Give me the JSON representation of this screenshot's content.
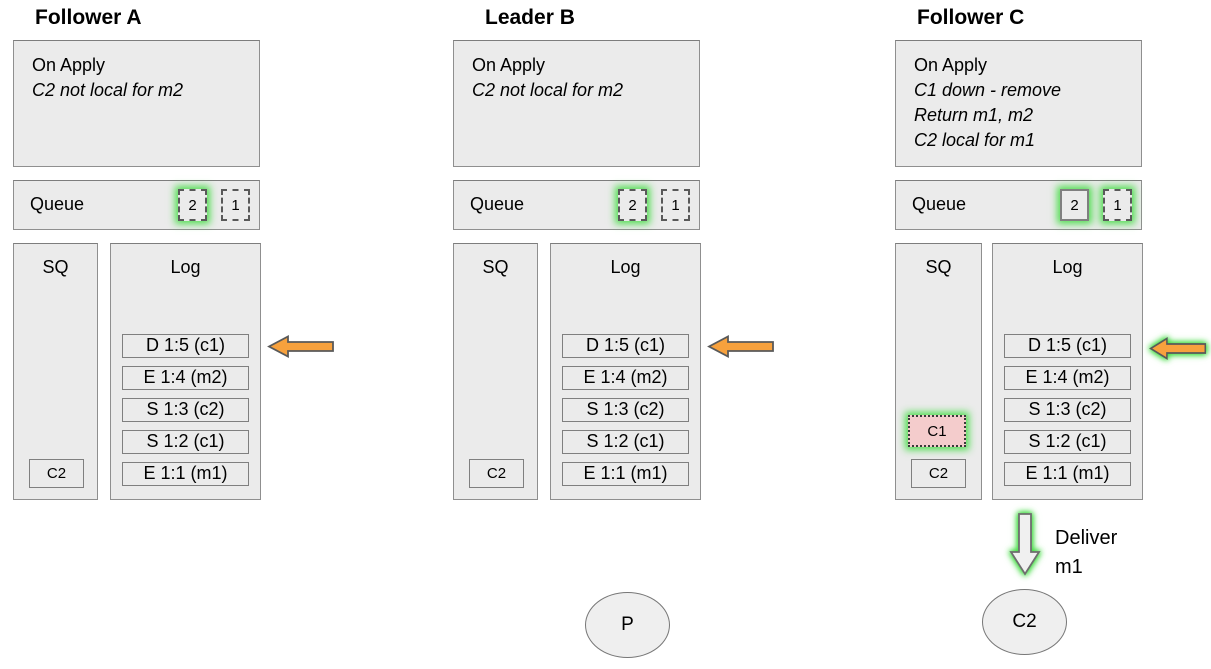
{
  "diagram": {
    "columns": [
      {
        "title": "Follower A",
        "on_apply": {
          "heading": "On Apply",
          "lines": [
            "C2 not local for m2"
          ]
        },
        "queue": {
          "label": "Queue",
          "slot2": "2",
          "slot1": "1"
        },
        "sq": {
          "label": "SQ",
          "c2": "C2"
        },
        "log": {
          "label": "Log",
          "entries": [
            "D 1:5 (c1)",
            "E 1:4 (m2)",
            "S 1:3 (c2)",
            "S 1:2 (c1)",
            "E 1:1 (m1)"
          ]
        }
      },
      {
        "title": "Leader B",
        "on_apply": {
          "heading": "On Apply",
          "lines": [
            "C2 not local for m2"
          ]
        },
        "queue": {
          "label": "Queue",
          "slot2": "2",
          "slot1": "1"
        },
        "sq": {
          "label": "SQ",
          "c2": "C2"
        },
        "log": {
          "label": "Log",
          "entries": [
            "D 1:5 (c1)",
            "E 1:4 (m2)",
            "S 1:3 (c2)",
            "S 1:2 (c1)",
            "E 1:1 (m1)"
          ]
        },
        "process": "P"
      },
      {
        "title": "Follower C",
        "on_apply": {
          "heading": "On Apply",
          "lines": [
            "C1 down - remove",
            "Return m1, m2",
            "C2 local for m1"
          ]
        },
        "queue": {
          "label": "Queue",
          "slot2": "2",
          "slot1": "1"
        },
        "sq": {
          "label": "SQ",
          "c1": "C1",
          "c2": "C2"
        },
        "log": {
          "label": "Log",
          "entries": [
            "D 1:5 (c1)",
            "E 1:4 (m2)",
            "S 1:3 (c2)",
            "S 1:2 (c1)",
            "E 1:1 (m1)"
          ]
        },
        "deliver": {
          "lines": [
            "Deliver",
            "m1"
          ]
        },
        "client": "C2"
      }
    ],
    "colors": {
      "box_fill": "#ebebeb",
      "box_border": "#8f8f8f",
      "entry_border": "#7f7f7f",
      "arrow_orange": "#f7a13d",
      "arrow_outline": "#595959",
      "glow_green": "#44dd44",
      "highlight_pink": "#f4cccc"
    }
  }
}
